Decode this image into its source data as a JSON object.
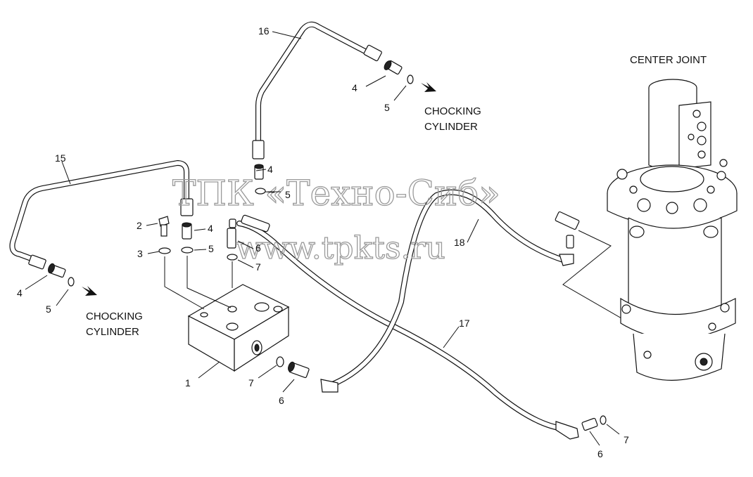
{
  "watermark": {
    "line1": "ТПК «Техно-Сиб»",
    "line2": "www.tpkts.ru"
  },
  "labels": {
    "center_joint": "CENTER JOINT",
    "chocking_top_1": "CHOCKING",
    "chocking_top_2": "CYLINDER",
    "chocking_left_1": "CHOCKING",
    "chocking_left_2": "CYLINDER",
    "n16": "16",
    "n15": "15",
    "n18": "18",
    "n17": "17",
    "n4a": "4",
    "n5a": "5",
    "n4b": "4",
    "n5b": "5",
    "n2": "2",
    "n4c": "4",
    "n3": "3",
    "n5c": "5",
    "n6a": "6",
    "n7a": "7",
    "n4d": "4",
    "n5d": "5",
    "n1": "1",
    "n7b": "7",
    "n6b": "6",
    "n6c": "6",
    "n7c": "7"
  }
}
